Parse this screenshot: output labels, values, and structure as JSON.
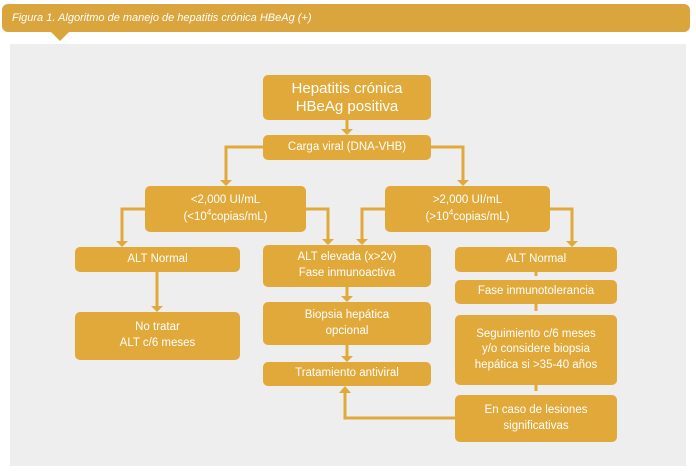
{
  "figure_title": "Figura 1. Algoritmo de manejo de hepatitis crónica HBeAg (+)",
  "nodes": {
    "root": "Hepatitis crónica\nHBeAg positiva",
    "viral_load": "Carga viral (DNA-VHB)",
    "low_line1": "<2,000 UI/mL",
    "low_line2_pre": "(<10",
    "low_exp": "4",
    "low_line2_post": "copias/mL)",
    "high_line1": ">2,000 UI/mL",
    "high_line2_pre": "(>10",
    "high_exp": "4",
    "high_line2_post": "copias/mL)",
    "alt_normal_left": "ALT Normal",
    "no_treat": "No tratar\nALT c/6 meses",
    "alt_elevated": "ALT elevada (x>2v)\nFase inmunoactiva",
    "biopsy": "Biopsia hepática\nopcional",
    "antiviral": "Tratamiento antiviral",
    "alt_normal_right": "ALT Normal",
    "immunotolerance": "Fase inmunotolerancia",
    "follow_up": "Seguimiento c/6 meses\ny/o considere biopsia\nhepática si >35-40 años",
    "lesions": "En caso de lesiones\nsignificativas"
  },
  "colors": {
    "accent": "#e0a93a",
    "title_bar": "#d9a53c",
    "panel": "#eeeeee"
  }
}
